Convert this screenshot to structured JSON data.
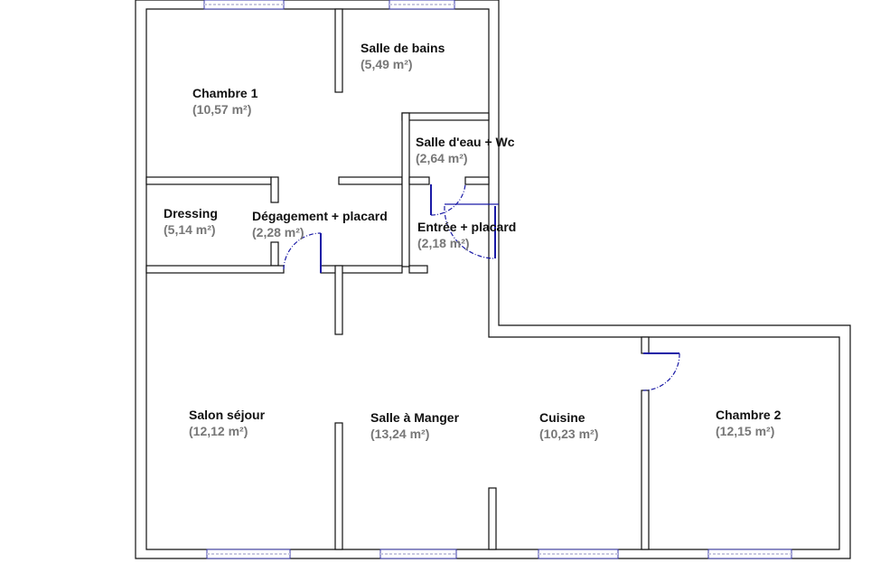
{
  "plan": {
    "colors": {
      "wall_fill": "#ffffff",
      "wall_stroke": "#111111",
      "door": "#1a1aa6",
      "window": "#3a3aa8",
      "name_text": "#111111",
      "area_text": "#777777"
    },
    "rooms": [
      {
        "id": "chambre-1",
        "name": "Chambre 1",
        "area": "(10,57 m²)"
      },
      {
        "id": "salle-de-bains",
        "name": "Salle de bains",
        "area": "(5,49 m²)"
      },
      {
        "id": "salle-d-eau-wc",
        "name": "Salle d'eau + Wc",
        "area": "(2,64 m²)"
      },
      {
        "id": "dressing",
        "name": "Dressing",
        "area": "(5,14 m²)"
      },
      {
        "id": "degagement",
        "name": "Dégagement  + placard",
        "area": "(2,28 m²)"
      },
      {
        "id": "entree",
        "name": "Entrée + placard",
        "area": "(2,18 m²)"
      },
      {
        "id": "salon-sejour",
        "name": "Salon séjour",
        "area": "(12,12 m²)"
      },
      {
        "id": "salle-a-manger",
        "name": "Salle à Manger",
        "area": "(13,24 m²)"
      },
      {
        "id": "cuisine",
        "name": "Cuisine",
        "area": "(10,23 m²)"
      },
      {
        "id": "chambre-2",
        "name": "Chambre 2",
        "area": "(12,15 m²)"
      }
    ]
  }
}
